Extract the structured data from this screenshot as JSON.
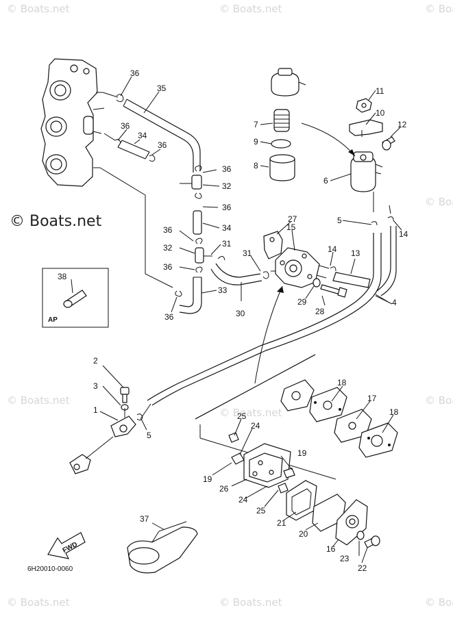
{
  "watermark": {
    "repeat_text": "© Boats.net",
    "main_text": "© Boats.net"
  },
  "drawing_code": "6H20010-0060",
  "ap_box_label": "AP",
  "fwd_label": "FWD",
  "callouts": {
    "c1": "1",
    "c2": "2",
    "c3": "3",
    "c4": "4",
    "c5a": "5",
    "c5b": "5",
    "c6": "6",
    "c7": "7",
    "c8": "8",
    "c9": "9",
    "c10": "10",
    "c11": "11",
    "c12": "12",
    "c13": "13",
    "c14a": "14",
    "c14b": "14",
    "c15": "15",
    "c16": "16",
    "c17": "17",
    "c18a": "18",
    "c18b": "18",
    "c19a": "19",
    "c19b": "19",
    "c20": "20",
    "c21": "21",
    "c22": "22",
    "c23": "23",
    "c24a": "24",
    "c24b": "24",
    "c25a": "25",
    "c25b": "25",
    "c26": "26",
    "c27": "27",
    "c28": "28",
    "c29": "29",
    "c30": "30",
    "c31a": "31",
    "c31b": "31",
    "c32a": "32",
    "c32b": "32",
    "c33": "33",
    "c34a": "34",
    "c34b": "34",
    "c35": "35",
    "c36a": "36",
    "c36b": "36",
    "c36c": "36",
    "c36d": "36",
    "c36e": "36",
    "c36f": "36",
    "c36g": "36",
    "c36h": "36",
    "c37": "37",
    "c38": "38"
  }
}
